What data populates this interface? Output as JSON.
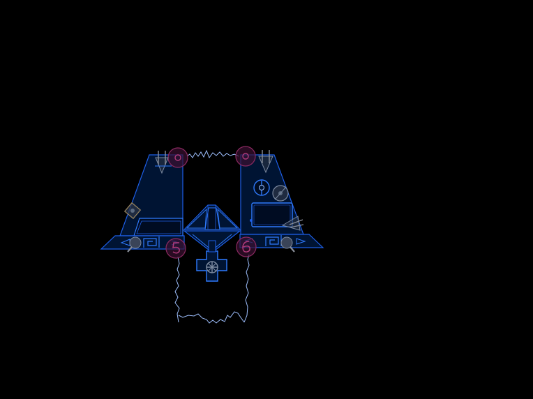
{
  "scene": {
    "kind": "puzzle-machine",
    "background": "#000000",
    "palette": {
      "outline": "#1e5fe8",
      "outline_bright": "#2f7bff",
      "panel_fill": "#001433",
      "panel_fill_dark": "#000c22",
      "socket_fill": "#3a1030",
      "socket_ring": "#8c2a62",
      "wire": "#9fc0ff",
      "gear": "#5c6b80",
      "gear_outline": "#7c8aa0",
      "pin": "#8a8f9a"
    },
    "objects": [
      {
        "name": "left-tower",
        "kind": "panel"
      },
      {
        "name": "right-tower",
        "kind": "panel"
      },
      {
        "name": "base-platform",
        "kind": "panel"
      },
      {
        "name": "center-crystal",
        "kind": "emblem"
      },
      {
        "name": "cross-valve",
        "kind": "emblem"
      },
      {
        "name": "wire-top",
        "kind": "wire"
      },
      {
        "name": "wire-loop-bottom",
        "kind": "wire"
      },
      {
        "name": "socket-top-left",
        "kind": "socket",
        "glyph": "ring"
      },
      {
        "name": "socket-top-right",
        "kind": "socket",
        "glyph": "ring"
      },
      {
        "name": "socket-bottom-left",
        "kind": "socket",
        "glyph": "five"
      },
      {
        "name": "socket-bottom-right",
        "kind": "socket",
        "glyph": "six"
      },
      {
        "name": "gear-right-upper",
        "kind": "gear"
      },
      {
        "name": "gear-left-mid",
        "kind": "gear"
      },
      {
        "name": "knob-bottom-left",
        "kind": "knob"
      },
      {
        "name": "knob-bottom-right",
        "kind": "knob"
      },
      {
        "name": "tuning-fork-left",
        "kind": "pin"
      },
      {
        "name": "tuning-fork-right",
        "kind": "pin"
      },
      {
        "name": "dial-right",
        "kind": "dial"
      },
      {
        "name": "drawer-right",
        "kind": "slot"
      },
      {
        "name": "drawer-left",
        "kind": "slot"
      }
    ]
  }
}
